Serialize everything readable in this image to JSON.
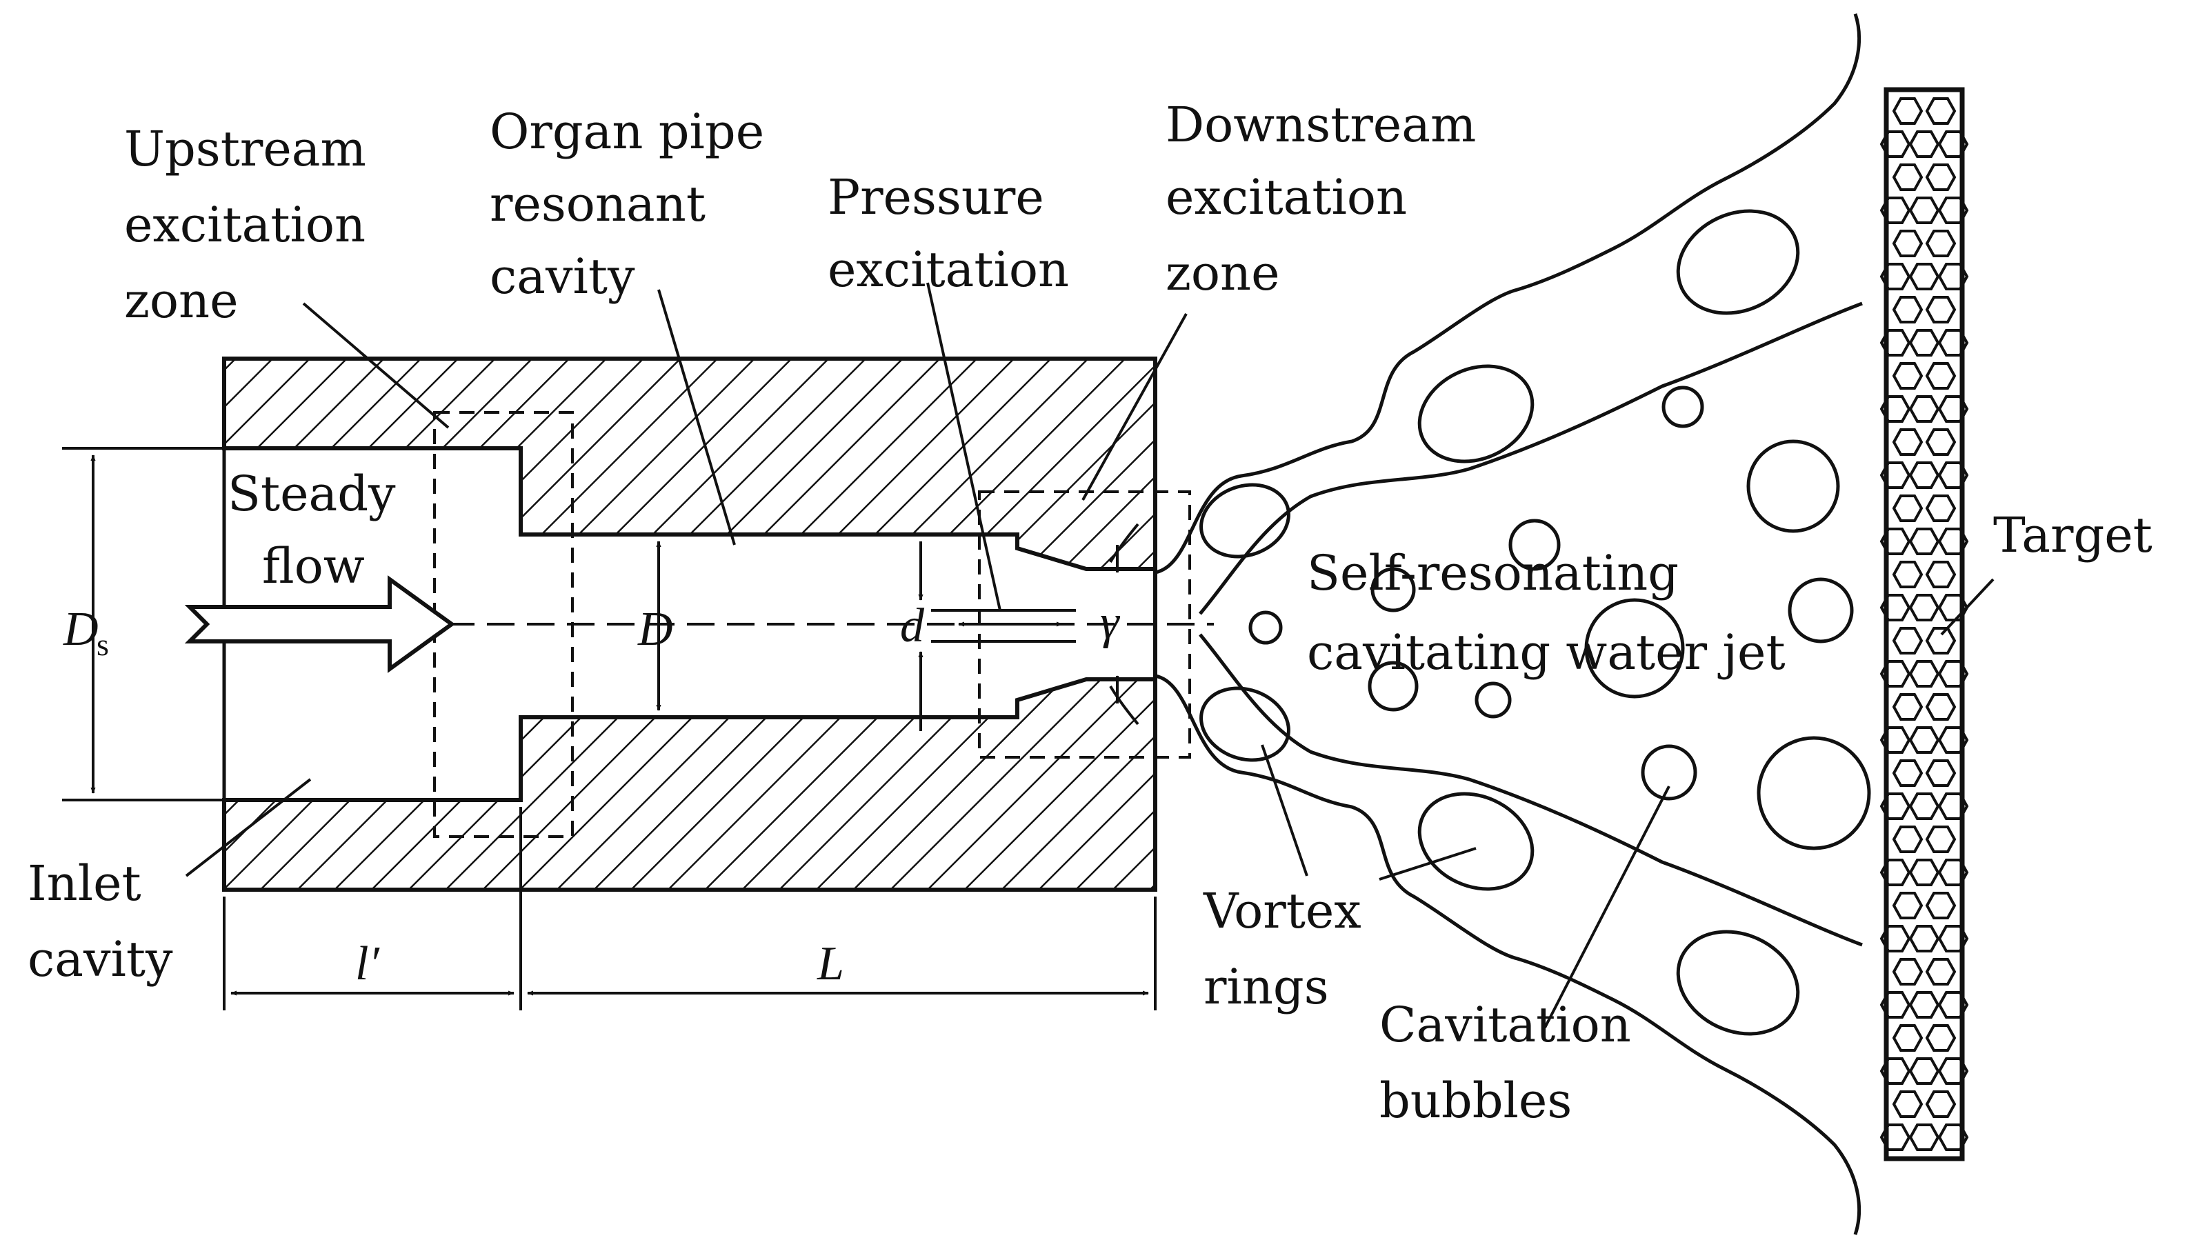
{
  "labels": {
    "upstream": [
      "Upstream",
      "excitation",
      "zone"
    ],
    "organ": [
      "Organ pipe",
      "resonant",
      "cavity"
    ],
    "pressure": [
      "Pressure",
      "excitation"
    ],
    "downstream": [
      "Downstream",
      "excitation",
      "zone"
    ],
    "steady": [
      "Steady",
      "flow"
    ],
    "inlet": [
      "Inlet",
      "cavity"
    ],
    "target": "Target",
    "jet": [
      "Self-resonating",
      "cavitating water jet"
    ],
    "vortex": [
      "Vortex",
      "rings"
    ],
    "bubbles": [
      "Cavitation",
      "bubbles"
    ]
  },
  "symbols": {
    "Ds_main": "D",
    "Ds_sub": "s",
    "D": "D",
    "d": "d",
    "gamma": "γ",
    "l_prime": "l′",
    "L": "L"
  },
  "colors": {
    "ink": "#111111",
    "background": "#ffffff"
  }
}
